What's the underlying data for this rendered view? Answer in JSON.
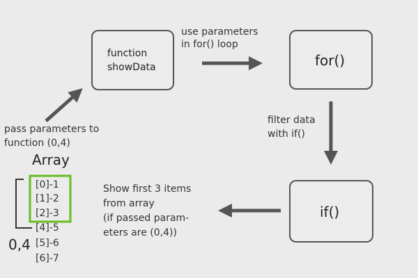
{
  "nodes": {
    "function_line1": "function",
    "function_line2": "showData",
    "for": "for()",
    "if": "if()"
  },
  "labels": {
    "use_params_line1": "use parameters",
    "use_params_line2": "in for() loop",
    "filter_line1": "filter data",
    "filter_line2": "with if()",
    "pass_line1": "pass parameters to",
    "pass_line2": "function (0,4)",
    "show_line1": "Show first 3 items",
    "show_line2": "from array",
    "show_line3": "(if passed param-",
    "show_line4": "eters are (0,4))"
  },
  "array": {
    "title": "Array",
    "range_label": "0,4",
    "items": [
      "[0]-1",
      "[1]-2",
      "[2]-3",
      "[4]-5",
      "[5]-6",
      "[6]-7"
    ],
    "highlight_color": "#66bb22"
  },
  "colors": {
    "background": "#ebebeb",
    "arrow": "#555555",
    "box_border": "#555555"
  }
}
